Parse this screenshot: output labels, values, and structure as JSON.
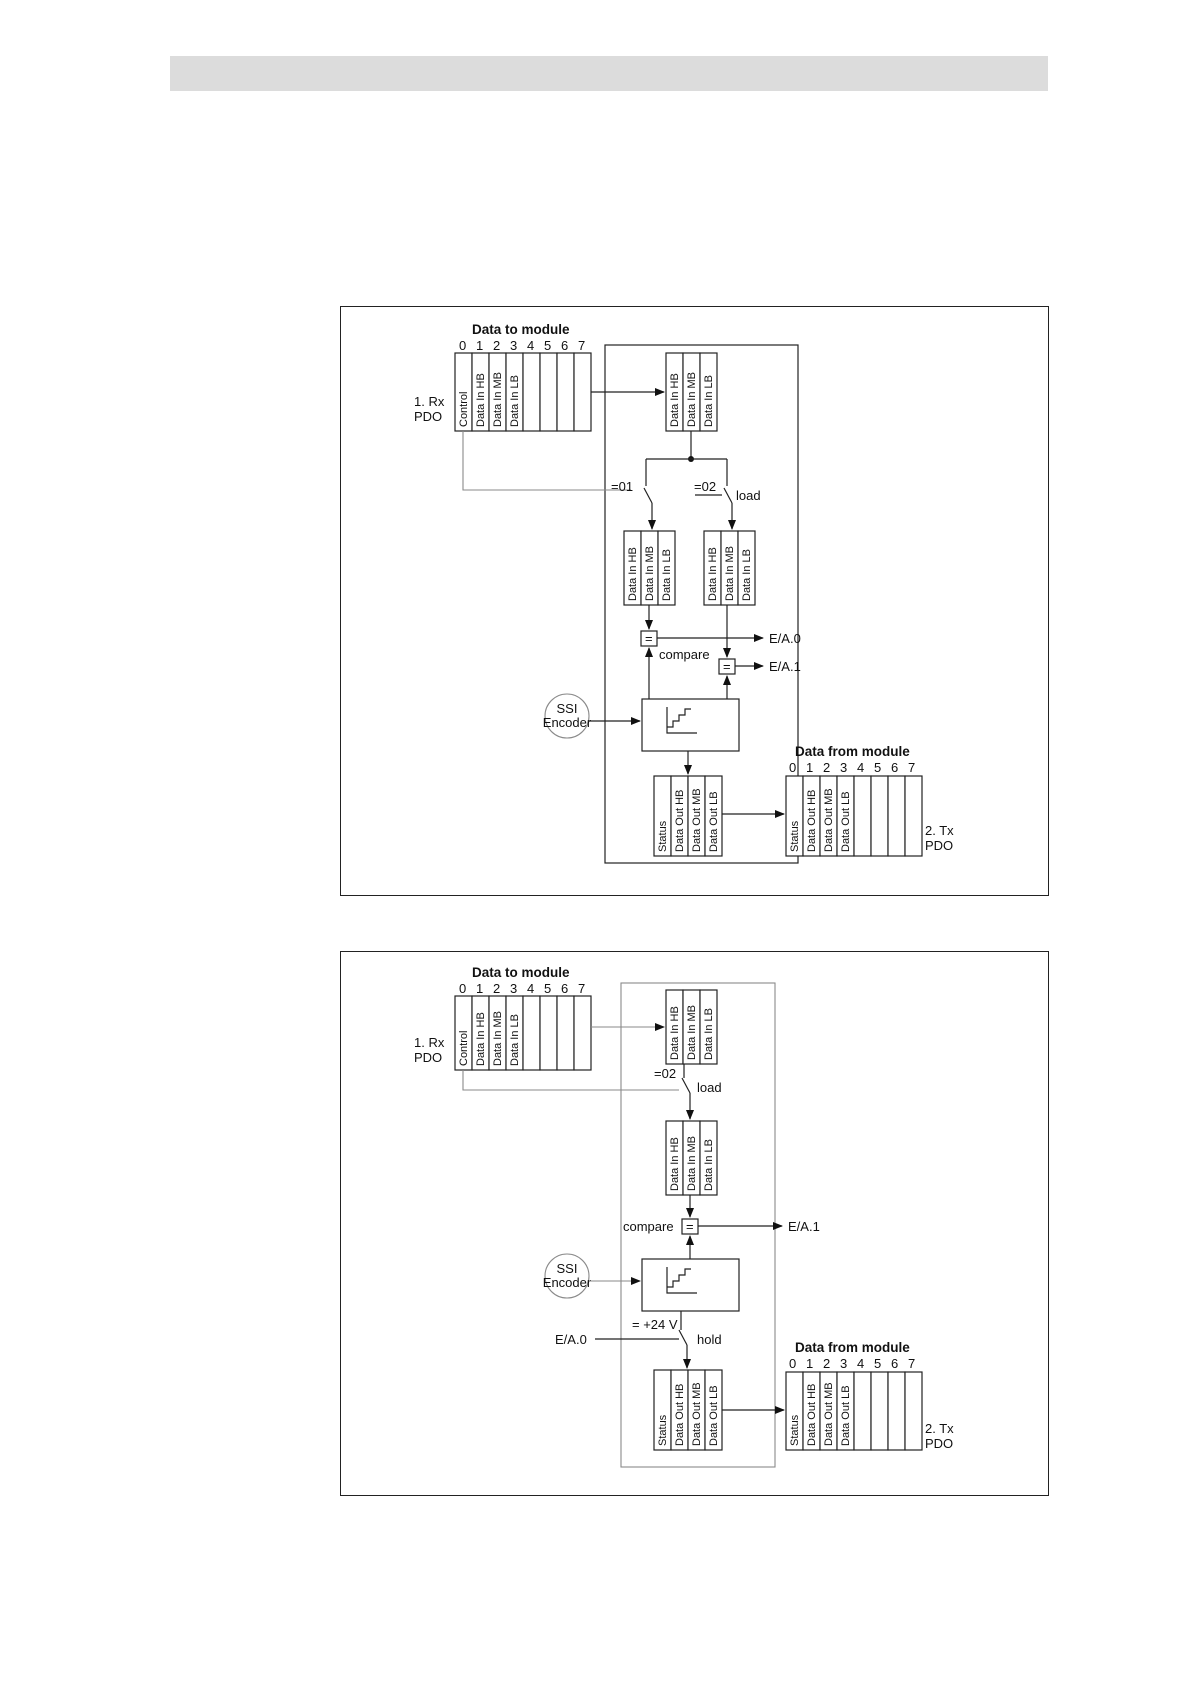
{
  "figure1": {
    "data_to_module": "Data to module",
    "data_from_module": "Data from module",
    "byte_indices": [
      "0",
      "1",
      "2",
      "3",
      "4",
      "5",
      "6",
      "7"
    ],
    "rx_pdo": [
      "1. Rx",
      "PDO"
    ],
    "tx_pdo": [
      "2. Tx",
      "PDO"
    ],
    "rx_cells": [
      "Control",
      "Data In HB",
      "Data In MB",
      "Data In LB"
    ],
    "reg_cells": [
      "Data In HB",
      "Data In MB",
      "Data In LB"
    ],
    "tx_cells": [
      "Status",
      "Data Out HB",
      "Data Out MB",
      "Data Out LB"
    ],
    "eq01": "=01",
    "eq02": "=02",
    "load": "load",
    "compare": "compare",
    "eq_sign": "=",
    "out0": "E/A.0",
    "out1": "E/A.1",
    "encoder": [
      "SSI",
      "Encoder"
    ]
  },
  "figure2": {
    "data_to_module": "Data to module",
    "data_from_module": "Data from module",
    "byte_indices": [
      "0",
      "1",
      "2",
      "3",
      "4",
      "5",
      "6",
      "7"
    ],
    "rx_pdo": [
      "1. Rx",
      "PDO"
    ],
    "tx_pdo": [
      "2. Tx",
      "PDO"
    ],
    "rx_cells": [
      "Control",
      "Data In HB",
      "Data In MB",
      "Data In LB"
    ],
    "reg_cells": [
      "Data In HB",
      "Data In MB",
      "Data In LB"
    ],
    "tx_cells": [
      "Status",
      "Data Out HB",
      "Data Out MB",
      "Data Out LB"
    ],
    "eq02": "=02",
    "load": "load",
    "compare": "compare",
    "eq_sign": "=",
    "out1": "E/A.1",
    "input0": "E/A.0",
    "voltage": "= +24 V",
    "hold": "hold",
    "encoder": [
      "SSI",
      "Encoder"
    ]
  }
}
